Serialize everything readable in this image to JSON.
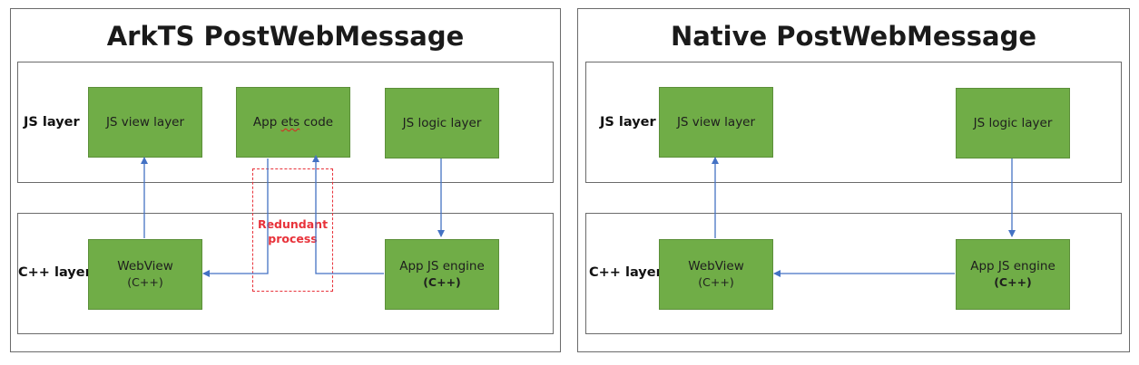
{
  "left_panel": {
    "title": "ArkTS PostWebMessage",
    "js_layer_label": "JS layer",
    "cpp_layer_label": "C++ layer",
    "boxes": {
      "js_view_layer": "JS view layer",
      "app_ets_code_prefix": "App ",
      "app_ets_code_ets": "ets",
      "app_ets_code_suffix": " code",
      "js_logic_layer": "JS logic layer",
      "webview": "WebView",
      "webview_sub": "(C++)",
      "app_js_engine": "App JS engine",
      "app_js_engine_sub": "(C++)"
    },
    "redundant_line1": "Redundant",
    "redundant_line2": "process"
  },
  "right_panel": {
    "title": "Native PostWebMessage",
    "js_layer_label": "JS layer",
    "cpp_layer_label": "C++ layer",
    "boxes": {
      "js_view_layer": "JS view layer",
      "js_logic_layer": "JS logic layer",
      "webview": "WebView",
      "webview_sub": "(C++)",
      "app_js_engine": "App JS engine",
      "app_js_engine_sub": "(C++)"
    }
  },
  "colors": {
    "box_fill": "#70ad47",
    "arrow": "#4472c4",
    "redundant": "#e8323a",
    "border": "#6b6b6b"
  }
}
